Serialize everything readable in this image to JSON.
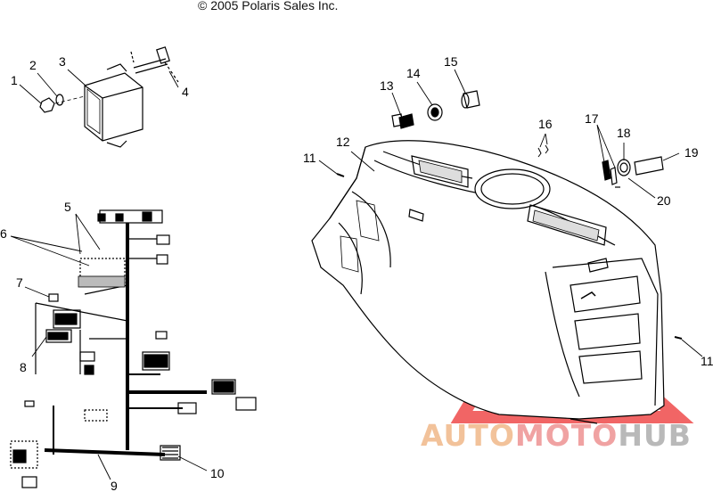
{
  "copyright": "© 2005 Polaris Sales Inc.",
  "callouts": [
    "1",
    "2",
    "3",
    "4",
    "5",
    "6",
    "7",
    "8",
    "9",
    "10",
    "11",
    "12",
    "13",
    "14",
    "15",
    "16",
    "17",
    "18",
    "19",
    "20",
    "11"
  ],
  "watermark": {
    "part1": "AUTO",
    "part2": "MOTO",
    "part3": "HUB",
    "colors": {
      "auto": "#f2c29a",
      "moto": "#f0a2a2",
      "hub": "#b9b9b9",
      "logo": "#ef4b4b"
    }
  }
}
